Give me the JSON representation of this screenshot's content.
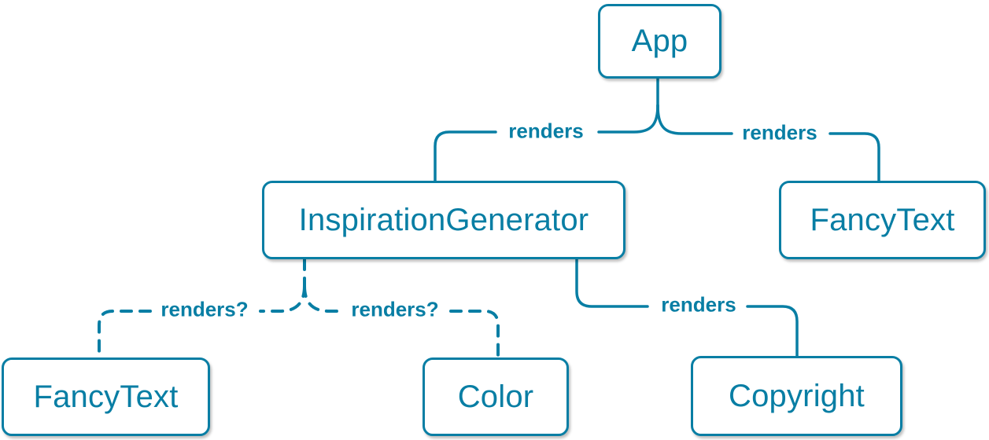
{
  "colors": {
    "accent": "#087ea4",
    "node_background": "#ffffff"
  },
  "nodes": {
    "app": {
      "label": "App"
    },
    "inspiration_generator": {
      "label": "InspirationGenerator"
    },
    "fancy_text_top": {
      "label": "FancyText"
    },
    "fancy_text_bottom": {
      "label": "FancyText"
    },
    "color": {
      "label": "Color"
    },
    "copyright": {
      "label": "Copyright"
    }
  },
  "edges": {
    "app_to_inspiration_generator": {
      "label": "renders",
      "style": "solid"
    },
    "app_to_fancy_text": {
      "label": "renders",
      "style": "solid"
    },
    "inspiration_generator_to_copyright": {
      "label": "renders",
      "style": "solid"
    },
    "inspiration_generator_to_fancy_text": {
      "label": "renders?",
      "style": "dashed"
    },
    "inspiration_generator_to_color": {
      "label": "renders?",
      "style": "dashed"
    }
  }
}
